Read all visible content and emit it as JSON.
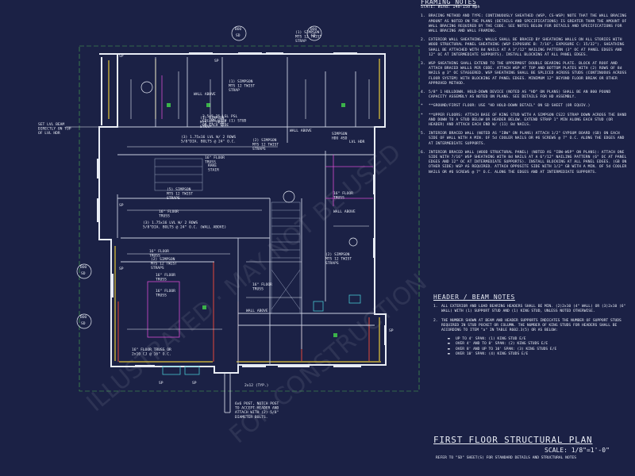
{
  "framing": {
    "title": "FRAMING NOTES",
    "state": "STATE: Wind: 140-150 mph",
    "notes": [
      {
        "num": "1.",
        "text": "BRACING METHOD AND TYPE: CONTINUOUSLY SHEATHED (WSP, CS-WSP) NOTE THAT THE WALL BRACING AMOUNT AS NOTED ON THE PLANS (DETAILS AND SPECIFICATIONS) IS GREATER THAN THE AMOUNT OF WALL BRACING REQUIRED BY THE CODE. SEE NOTES BELOW FOR DETAILS AND SPECIFICATIONS FOR WALL BRACING AND WALL FRAMING."
      },
      {
        "num": "2.",
        "text": "EXTERIOR WALL SHEATHING: WALLS SHALL BE BRACED BY SHEATHING WALLS ON ALL STORIES WITH WOOD STRUCTURAL PANEL SHEATHING (WSP EXPOSURE B: 7/16\", EXPOSURE C: 15/32\"). SHEATHING SHALL BE ATTACHED WITH 8d NAILS AT A 3\"/12\" NAILING PATTERN (3\" OC AT PANEL EDGES AND 12\" OC AT INTERMEDIATE SUPPORTS). INSTALL BLOCKING AT ALL PANEL EDGES."
      },
      {
        "num": "3.",
        "text": "WSP SHEATHING SHALL EXTEND TO THE UPPERMOST DOUBLE BEARING PLATE. BLOCK AT ROOF AND ATTACH BRACED WALLS PER CODE. ATTACH WSP AT TOP AND BOTTOM PLATES WITH (2) ROWS OF 8d NAILS @ 3\" OC STAGGERED. WSP SHEATHING SHALL BE SPLICED ACROSS STUDS (CONTINUOUS ACROSS FLOOR SYSTEM) WITH BLOCKING AT PANEL EDGES. MINIMUM 12\" BEYOND FLOOR BREAK OR OTHER APPROVED METHOD."
      },
      {
        "num": "4.",
        "text": "5/8\" 1 HOLLDOWN. HOLD-DOWN DEVICE (NOTED AS \"HD\" ON PLANS) SHALL BE AN 800 POUND CAPACITY ASSEMBLY AS NOTED ON PLANS. SEE DETAILS FOR HD ASSEMBLY."
      },
      {
        "num": "*",
        "text": "**GROUND/FIRST FLOOR: USE \"HD HOLD-DOWN DETAIL\" ON SD SHEET (OR EQUIV.)"
      },
      {
        "num": "*",
        "text": "**UPPER FLOORS: ATTACH BASE OF KING STUD WITH A SIMPSON CS22 STRAP DOWN ACROSS THE BAND AND DOWN TO A STUD BELOW OR HEADER BELOW. EXTEND STRAP 1\" MIN ALONG EACH STUD (OR HEADER) AND ATTACH EACH END W/ (11) 8d NAILS."
      },
      {
        "num": "5.",
        "text": "INTERIOR BRACED WALL (NOTED AS \"IBW\" ON PLANS) ATTACH 1/2\" GYPSUM BOARD (GB) ON EACH SIDE OF WALL WITH A MIN. OF 5d COOLER NAILS OR #6 SCREWS @ 7\" O.C. ALONG THE EDGES AND AT INTERMEDIATE SUPPORTS."
      },
      {
        "num": "6.",
        "text": "INTERIOR BRACED WALL (WOOD STRUCTURAL PANEL) (NOTED AS \"IBW-WSP\" ON PLANS): ATTACH ONE SIDE WITH 7/16\" WSP SHEATHING WITH 8d NAILS AT A 6\"/12\" NAILING PATTERN (6\" OC AT PANEL EDGES AND 12\" OC AT INTERMEDIATE SUPPORTS). INSTALL BLOCKING AT ALL PANEL EDGES. (GB ON OTHER SIDE) WSP AS REQUIRED. ATTACH OPPOSITE SIDE WITH 1/2\" GB WITH A MIN. OF 5d COOLER NAILS OR #6 SCREWS @ 7\" O.C. ALONG THE EDGES AND AT INTERMEDIATE SUPPORTS."
      }
    ]
  },
  "header_notes": {
    "title": "HEADER / BEAM NOTES",
    "notes": [
      {
        "num": "1.",
        "text": "ALL EXTERIOR AND LOAD BEARING HEADERS SHALL BE MIN. (2)2x10 (4\" WALL) OR (3)2x10 (6\" WALL) WITH (1) SUPPORT STUD AND (1) KING STUD, UNLESS NOTED OTHERWISE."
      },
      {
        "num": "2.",
        "text": "THE NUMBER SHOWN AT BEAM AND HEADER SUPPORTS INDICATES THE NUMBER OF SUPPORT STUDS REQUIRED IN STUD POCKET OR COLUMN. THE NUMBER OF KING STUDS FOR HEADERS SHALL BE ACCORDING TO ITEM \"a\" IN TABLE R602.3(5) OR AS BELOW:"
      }
    ],
    "bullets": [
      "UP TO 4' SPAN: (1) KING STUD E/E",
      "OVER 4' AND TO 8' SPAN: (2) KING STUDS E/E",
      "OVER 8' AND UP TO 10' SPAN: (3) KING STUDS E/E",
      "OVER 10' SPAN: (4) KING STUDS E/E"
    ]
  },
  "sheet": {
    "title": "FIRST FLOOR STRUCTURAL PLAN",
    "scale": "SCALE: 1/8\"=1'-0\"",
    "refer": "REFER TO \"SD\" SHEET(S) FOR STANDARD DETAILS AND STRUCTURAL NOTES"
  },
  "plan_labels": {
    "simpson_1": "(1) SIMPSON\nMTS 12 TWIST\nSTRAP",
    "simpson_2": "(1) SIMPSON\nMTS 12 TWIST\nSTRAP",
    "simpson_3": "(1) SIMPSON\nMTS 12 TWIST\nSTRAP",
    "column": "3.5x5.25 LSL PSL\nCOLUMN WITH (1) STUD\nON EACH SIDE",
    "lvl_beam_1": "(3) 1.75x16 LVL W/ 2 ROWS\n5/8\"DIA. BOLTS @ 24\" O.C.",
    "set_lvl": "SET LVL BEAM\nDIRECTLY ON TOP\nOF LVL HDR",
    "wall_above_1": "WALL ABOVE",
    "wall_above_2": "WALL ABOVE",
    "wall_above_3": "WALL ABOVE",
    "wall_above_4": "WALL ABOVE",
    "simpson_hd": "SIMPSON\nHDU 4SD",
    "simpson_4": "(2) SIMPSON\nMTS 12 TWIST\nSTRAPS",
    "floor_truss_1": "16\" FLOOR\nTRUSS",
    "floor_truss_2": "16\" FLOOR\nTRUSS",
    "floor_truss_3": "16\" FLOOR\nTRUSS",
    "floor_truss_4": "16\" FLOOR\nTRUSS",
    "floor_truss_5": "16\" FLOOR\nTRUSS",
    "floor_truss_6": "16\" FLOOR\nTRUSS",
    "floor_truss_7": "16\" FLOOR\nTRUSS",
    "rake_stair": "RAKE\nSTAIR",
    "simpson_5": "(5) SIMPSON\nMTS 12 TWIST\nSTRAPS",
    "lvl_beam_2": "(3) 1.75x16 LVL W/ 2 ROWS\n5/8\"DIA. BOLTS @ 24\" O.C. (WALL ABOVE)",
    "simpson_6": "(2) SIMPSON\nMTS 12 TWIST\nSTRAPS",
    "simpson_7": "(2) SIMPSON\nMTS 12 TWIST\nSTRAPS",
    "floor_truss_or": "16\" FLOOR TRUSS OR\n2x10 CJ @ 16\" O.C.",
    "post": "6x6 POST, NOTCH POST\nTO ACCEPT HEADER AND\nATTACH WITH (2) 5/8\"\nDIAMETER BOLTS.",
    "two_2x12": "2x12 (TYP.)",
    "sd_tag": "SD",
    "sd_num": "BOO",
    "sp": "SP",
    "lvl_hdr": "LVL HDR"
  }
}
